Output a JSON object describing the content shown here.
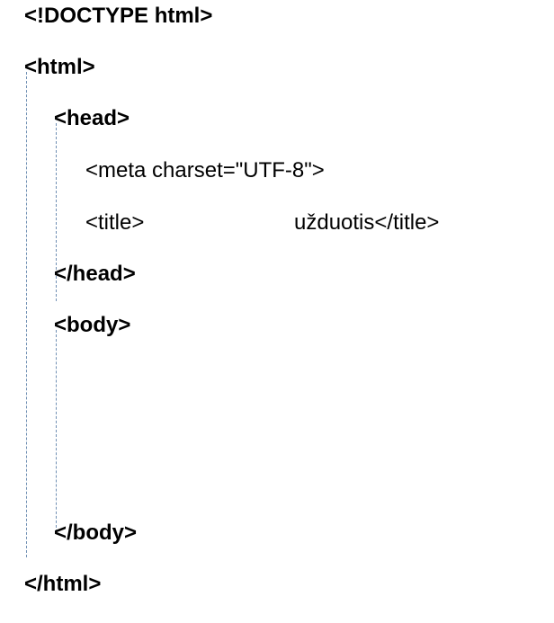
{
  "code": {
    "doctype": "<!DOCTYPE html>",
    "html_open": "<html>",
    "head_open": "<head>",
    "meta": "<meta charset=\"UTF-8\">",
    "title_open": "<title>",
    "title_text": "užduotis</title>",
    "head_close": "</head>",
    "body_open": "<body>",
    "body_close": "</body>",
    "html_close": "</html>"
  },
  "colors": {
    "text": "#000000",
    "indent_guide": "#6f8fb3"
  }
}
